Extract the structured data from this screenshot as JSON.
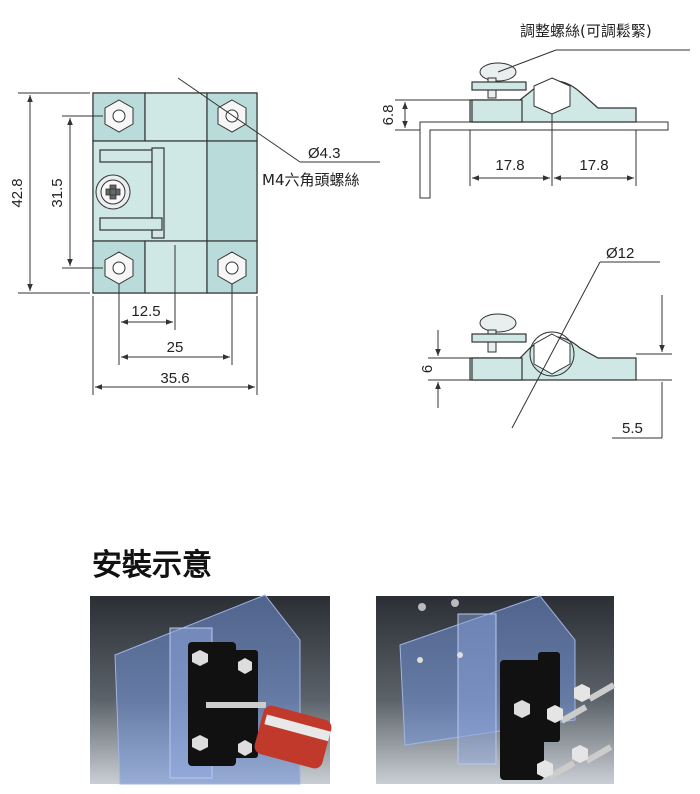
{
  "top_view": {
    "dim_height": "42.8",
    "dim_hole_spacing_v": "31.5",
    "dim_12_5": "12.5",
    "dim_25": "25",
    "dim_width": "35.6",
    "hole_dia": "Ø4.3",
    "screw_note": "M4六角頭螺絲"
  },
  "side_view_1": {
    "adjust_note": "調整螺絲(可調鬆緊)",
    "dim_height": "6.8",
    "dim_left": "17.8",
    "dim_right": "17.8"
  },
  "side_view_2": {
    "pivot_dia": "Ø12",
    "dim_height": "6",
    "dim_offset": "5.5"
  },
  "install": {
    "title": "安裝示意"
  },
  "colors": {
    "part_fill": "#cfe8e6",
    "photo_bg_dark": "#3a3f45",
    "panel_blue": "#6f8fd6",
    "hinge_black": "#111111"
  }
}
